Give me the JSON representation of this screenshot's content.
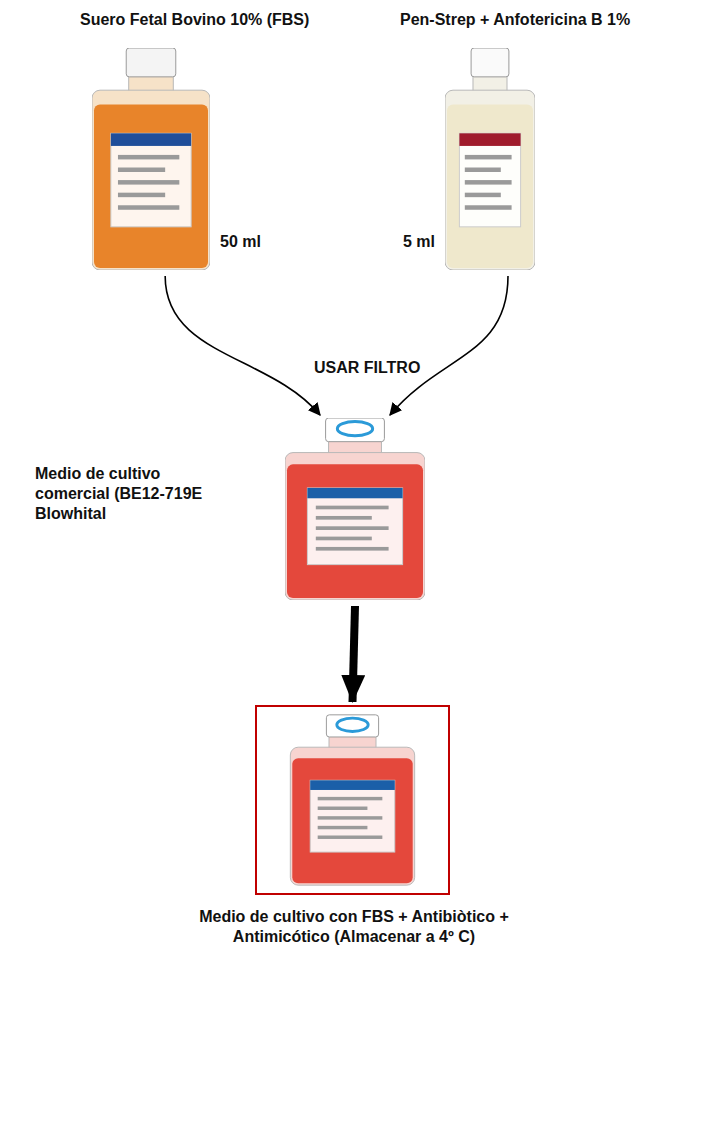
{
  "diagram": {
    "nodes": [
      {
        "text": [
          "Suero Fetal Bovino 10% (FBS)",
          "50 ml"
        ]
      },
      {
        "text": [
          "Pen-Strep + Anfotericina B 1%",
          "5 ml"
        ]
      },
      {
        "text": [
          "Medio de cultivo comercial (BE12-719E Blowhital"
        ]
      },
      {
        "text": [
          "Medio de cultivo con FBS + Antibiòtico + Antimicótico (Almacenar a 4º C)"
        ]
      }
    ],
    "edges": [
      {
        "from": 0,
        "to": 2,
        "arrow": "to"
      },
      {
        "from": 1,
        "to": 2,
        "arrow": "to"
      },
      {
        "from": 2,
        "to": 3,
        "arrow": "to"
      }
    ],
    "labels": [
      "USAR FILTRO"
    ]
  }
}
